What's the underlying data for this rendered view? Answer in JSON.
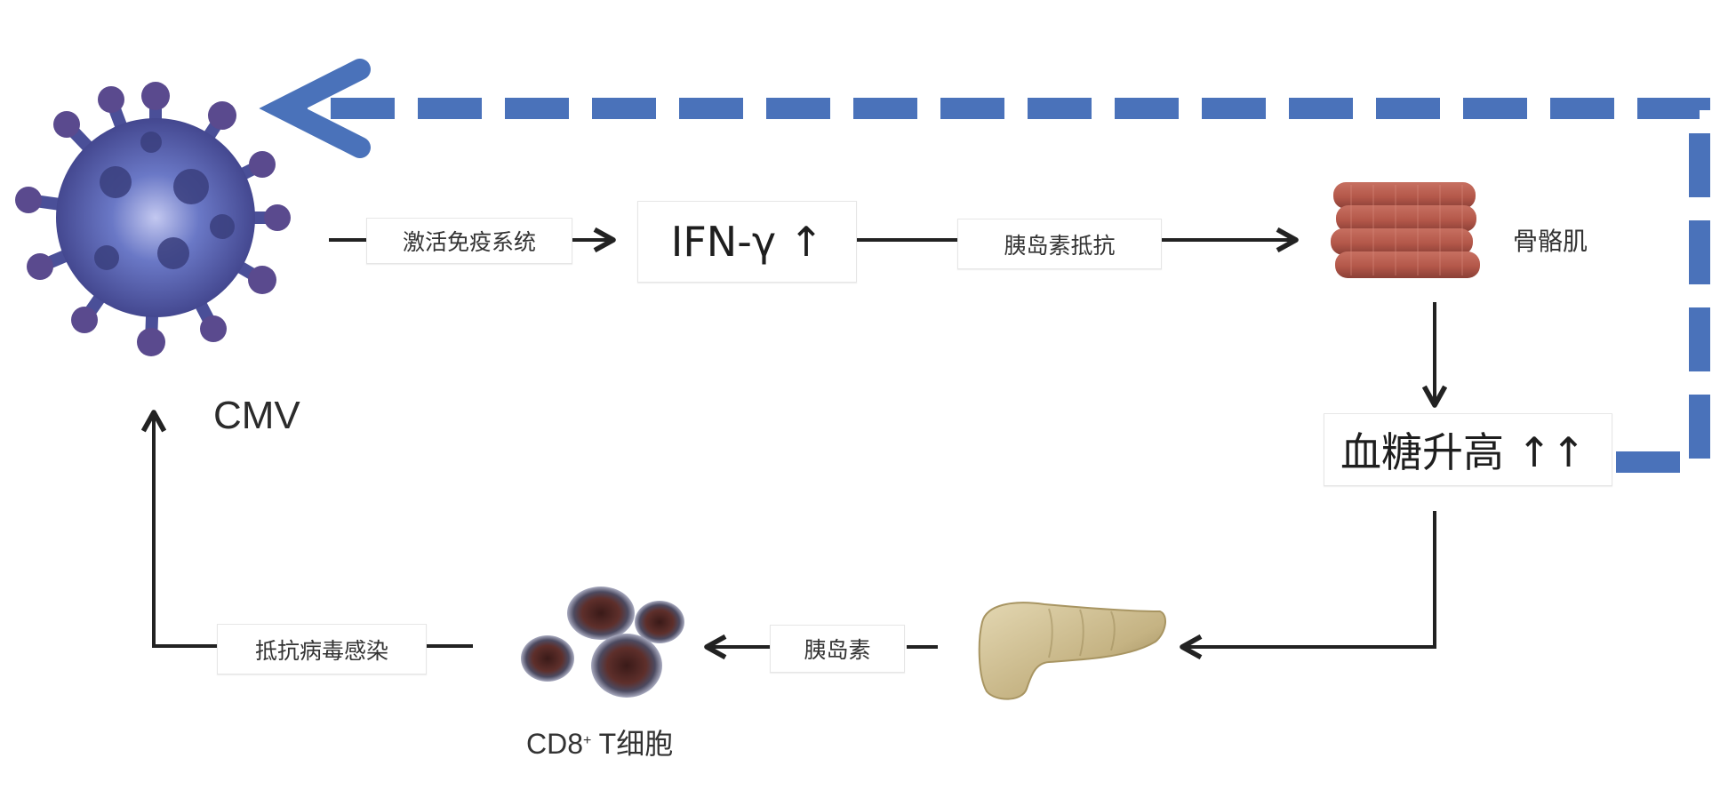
{
  "diagram": {
    "nodes": {
      "cmv": {
        "label": "CMV",
        "icon": "virus-icon"
      },
      "ifn": {
        "label": "IFN-γ ↑"
      },
      "muscle": {
        "label": "骨骼肌",
        "icon": "skeletal-muscle-icon"
      },
      "glucose": {
        "label": "血糖升高 ↑↑"
      },
      "pancreas": {
        "icon": "pancreas-icon"
      },
      "tcell": {
        "label_main": "CD8",
        "label_sup": "+",
        "label_tail": " T细胞",
        "icon": "t-cell-icon"
      }
    },
    "edges": {
      "activate_immune": "激活免疫系统",
      "insulin_resistance": "胰岛素抵抗",
      "insulin": "胰岛素",
      "resist_infection": "抵抗病毒感染"
    },
    "colors": {
      "feedback_arrow": "#4a72ba",
      "solid_arrow": "#222222",
      "muscle": "#b95a4c",
      "pancreas": "#cbb98a",
      "tcell_core": "#5a2e2a",
      "virus": "#4b5aa0"
    }
  }
}
